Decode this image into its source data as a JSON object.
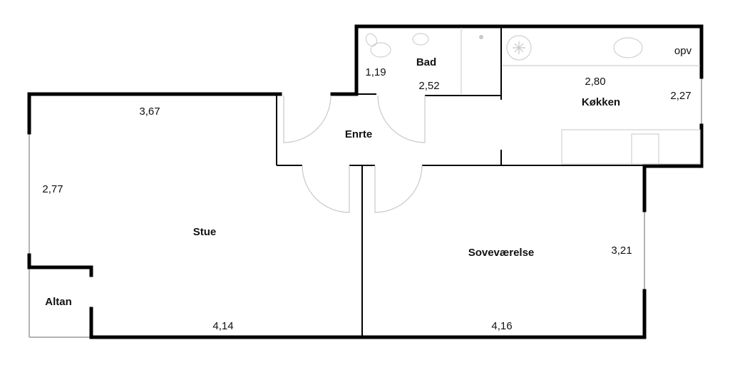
{
  "rooms": {
    "bad": "Bad",
    "koekken": "Køkken",
    "entre": "Enrte",
    "stue": "Stue",
    "sovevaerelse": "Soveværelse",
    "altan": "Altan",
    "opv": "opv"
  },
  "dimensions": {
    "bad_width": "1,19",
    "bad_length": "2,52",
    "koekken_width": "2,80",
    "koekken_height": "2,27",
    "stue_top": "3,67",
    "stue_side": "2,77",
    "stue_bottom": "4,14",
    "sove_bottom": "4,16",
    "sove_side": "3,21"
  }
}
